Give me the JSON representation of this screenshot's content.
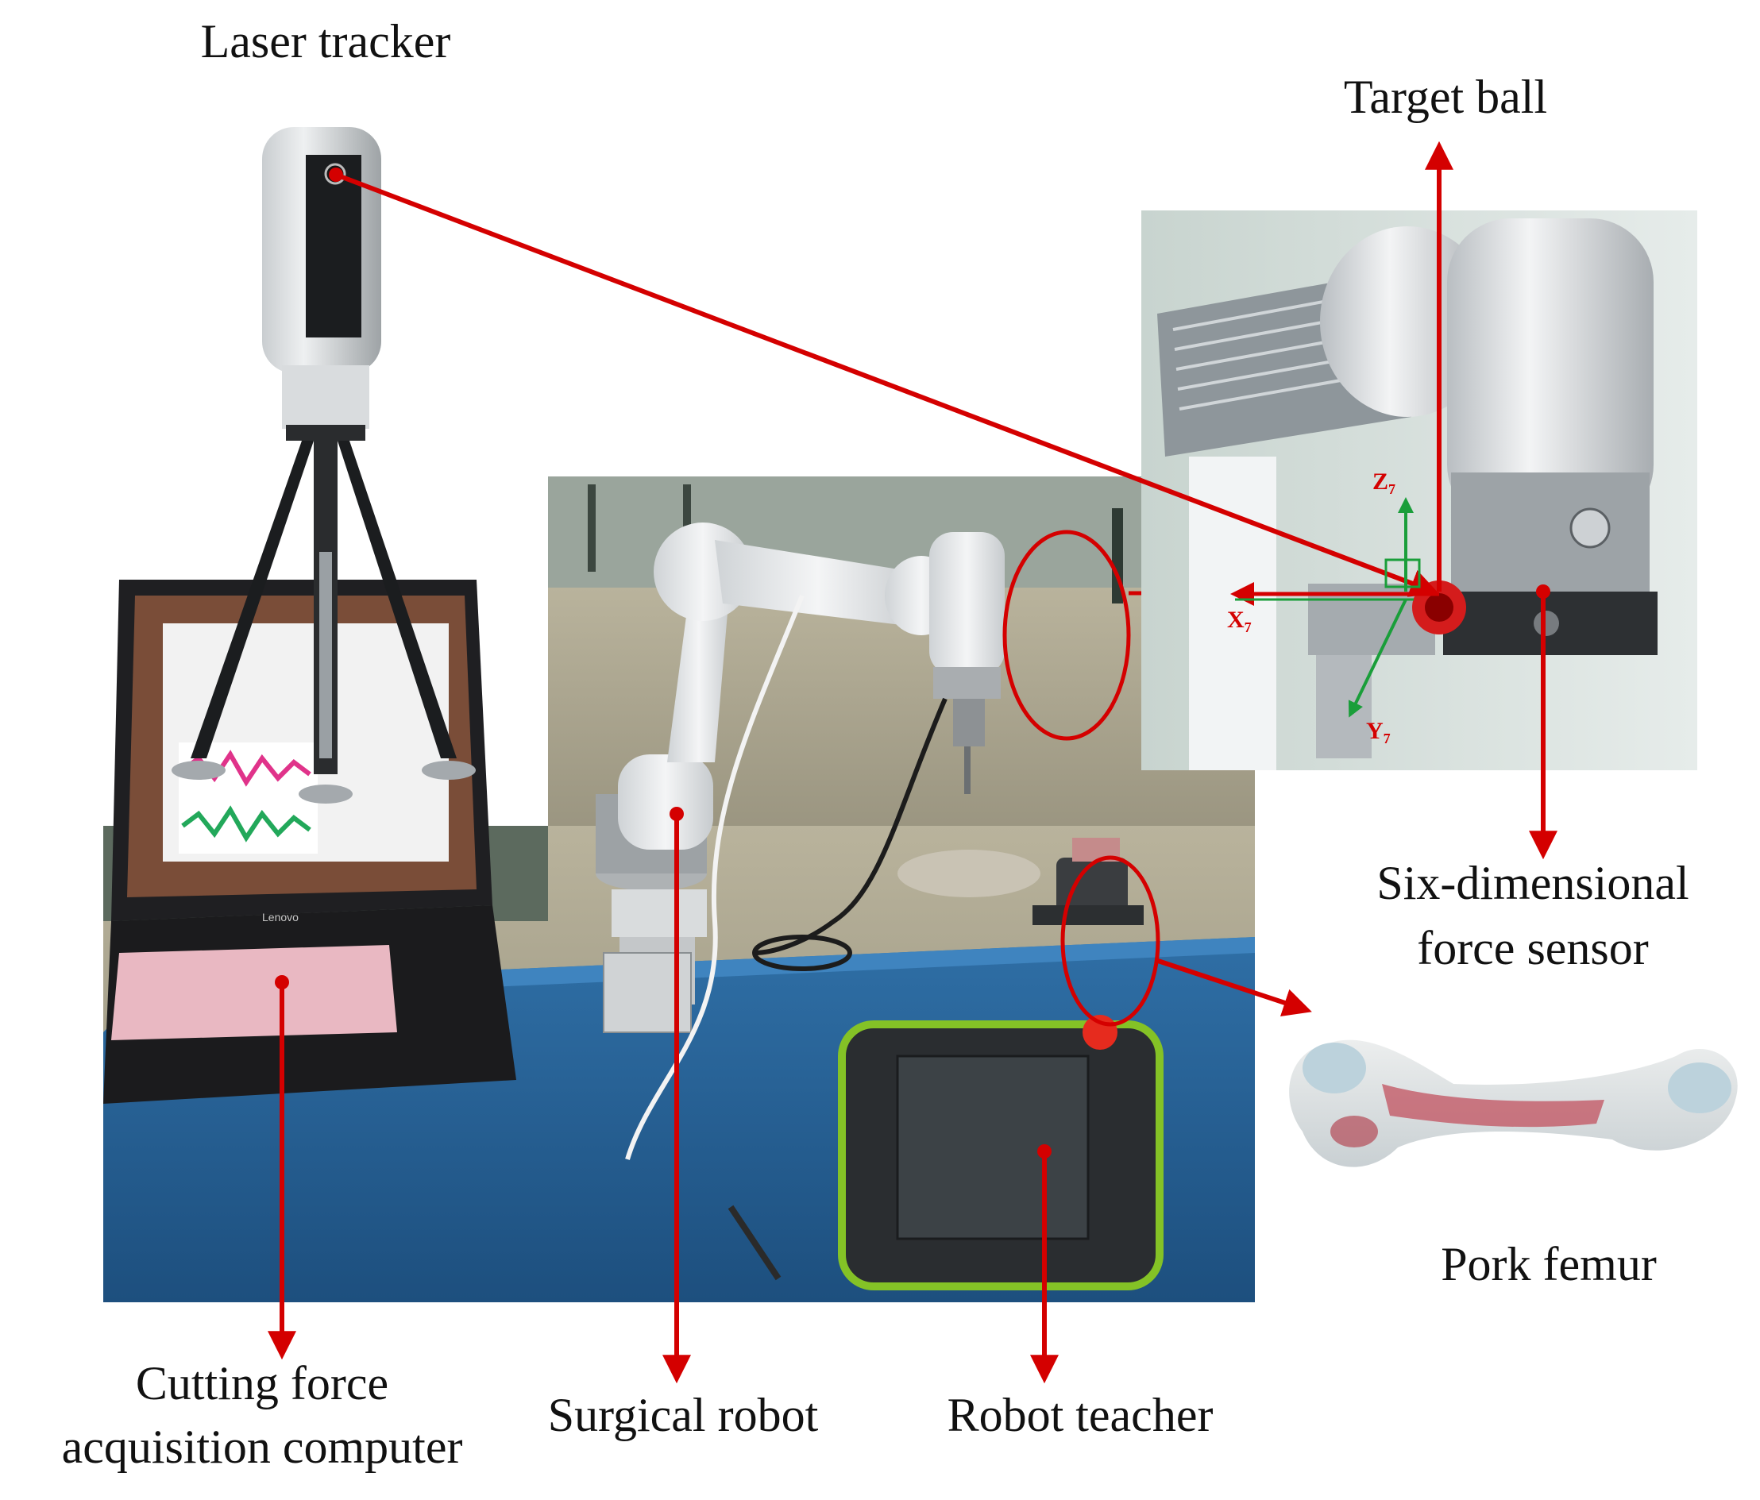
{
  "labels": {
    "laser_tracker": "Laser tracker",
    "target_ball": "Target ball",
    "six_dim_sensor_line1": "Six-dimensional",
    "six_dim_sensor_line2": "force sensor",
    "pork_femur": "Pork femur",
    "cutting_computer_line1": "Cutting force",
    "cutting_computer_line2": "acquisition computer",
    "surgical_robot": "Surgical robot",
    "robot_teacher": "Robot teacher"
  },
  "axes": {
    "z": "Z7",
    "x": "X7",
    "y": "Y7"
  },
  "brand_text": {
    "laptop": "Lenovo"
  },
  "colors": {
    "arrow": "#d40000",
    "axis_green": "#1a9e3a",
    "axis_label": "#d40000"
  }
}
